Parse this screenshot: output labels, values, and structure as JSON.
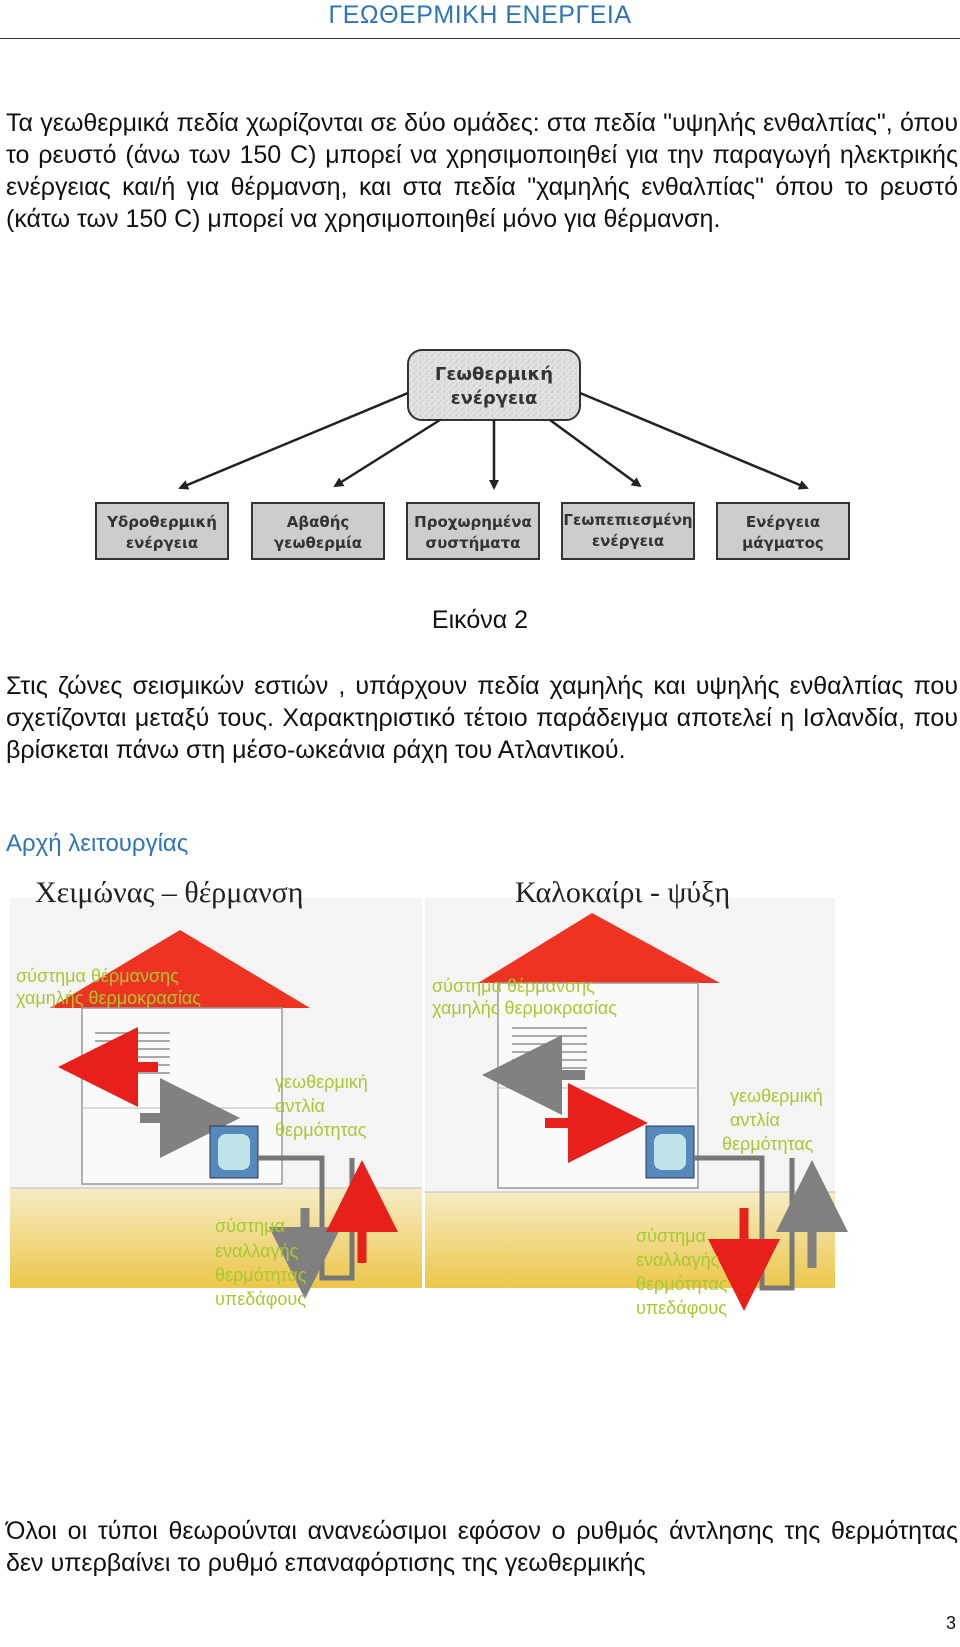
{
  "header": {
    "title": "ΓΕΩΘΕΡΜΙΚΗ ΕΝΕΡΓΕΙΑ"
  },
  "paragraphs": {
    "p1": "Τα γεωθερμικά πεδία χωρίζονται σε δύο ομάδες: στα πεδία \"υψηλής ενθαλπίας\", όπου το ρευστό (άνω των 150 C) μπορεί να χρησιμοποιηθεί για την παραγωγή ηλεκτρικής ενέργειας και/ή για θέρμανση, και στα πεδία \"χαμηλής ενθαλπίας\" όπου το ρευστό (κάτω των 150 C) μπορεί να χρησιμοποιηθεί μόνο για θέρμανση.",
    "p2": "Στις ζώνες σεισμικών εστιών , υπάρχουν πεδία χαμηλής και υψηλής ενθαλπίας που σχετίζονται μεταξύ τους. Χαρακτηριστικό τέτοιο παράδειγμα αποτελεί η Ισλανδία, που βρίσκεται πάνω στη μέσο-ωκεάνια ράχη του Ατλαντικού.",
    "p3": "Όλοι οι τύποι θεωρούνται ανανεώσιμοι εφόσον ο ρυθμός άντλησης της θερμότητας δεν υπερβαίνει το ρυθμό επαναφόρτισης της γεωθερμικής"
  },
  "diagram": {
    "root": {
      "line1": "Γεωθερμική",
      "line2": "ενέργεια"
    },
    "children": [
      {
        "line1": "Υδροθερμική",
        "line2": "ενέργεια"
      },
      {
        "line1": "Αβαθής",
        "line2": "γεωθερμία"
      },
      {
        "line1": "Προχωρημένα",
        "line2": "συστήματα"
      },
      {
        "line1": "Γεωπεπιεσμένη",
        "line2": "ενέργεια"
      },
      {
        "line1": "Ενέργεια",
        "line2": "μάγματος"
      }
    ]
  },
  "caption": "Εικόνα 2",
  "subheading": "Αρχή λειτουργίας",
  "heat_pump": {
    "winter": {
      "title": "Χειμώνας – θέρμανση",
      "system_line1": "σύστημα θέρμανσης",
      "system_line2": "χαμηλής θερμοκρασίας",
      "pump_line1": "γεωθερμική",
      "pump_line2": "αντλία",
      "pump_line3": "θερμότητας",
      "exchange_line1": "σύστημα",
      "exchange_line2": "εναλλαγής",
      "exchange_line3": "θερμότητας",
      "exchange_line4": "υπεδάφους"
    },
    "summer": {
      "title": "Καλοκαίρι - ψύξη",
      "system_line1": "σύστημα θέρμανσης",
      "system_line2": "χαμηλής θερμοκρασίας",
      "pump_line1": "γεωθερμική",
      "pump_line2": "αντλία",
      "pump_line3": "θερμότητας",
      "exchange_line1": "σύστημα",
      "exchange_line2": "εναλλαγής",
      "exchange_line3": "θερμότητας",
      "exchange_line4": "υπεδάφους"
    },
    "colors": {
      "roof": "#ee3322",
      "hot_arrow": "#e8201c",
      "cold_arrow": "#808080",
      "label_green": "#a8c832",
      "ground_top": "#f6ecc6",
      "ground_bottom": "#ecc74a"
    }
  },
  "page_number": "3"
}
